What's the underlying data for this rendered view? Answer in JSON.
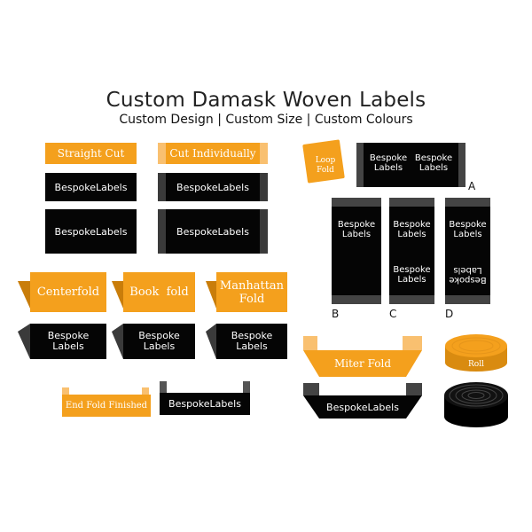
{
  "header": {
    "title": "Custom Damask Woven Labels",
    "subtitle": "Custom Design | Custom Size | Custom Colours"
  },
  "brand_text": "BespokeLabels",
  "brand_line1": "Bespoke",
  "brand_line2": "Labels",
  "folds": {
    "straight_cut": "Straight Cut",
    "cut_individually": "Cut Individually",
    "loop_line1": "Loop",
    "loop_line2": "Fold",
    "centerfold": "Centerfold",
    "book_fold": "Book  fold",
    "manhattan_line1": "Manhattan",
    "manhattan_line2": "Fold",
    "end_fold": "End Fold Finished",
    "miter_fold": "Miter Fold",
    "roll": "Roll"
  },
  "markers": {
    "a": "A",
    "b": "B",
    "c": "C",
    "d": "D"
  },
  "colors": {
    "orange": "#f4a01d",
    "black": "#050505",
    "grey": "#4a4a4a"
  }
}
